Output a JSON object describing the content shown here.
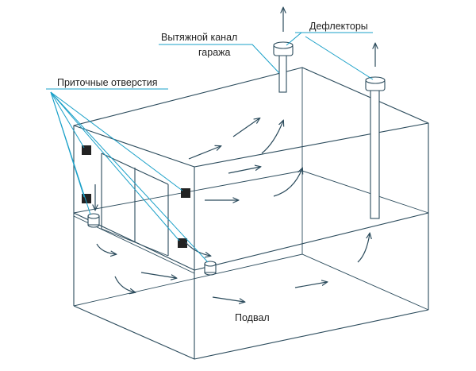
{
  "labels": {
    "exhaust_line1": "Вытяжной канал",
    "exhaust_line2": "гаража",
    "deflectors": "Дефлекторы",
    "inlets": "Приточные отверстия",
    "basement": "Подвал"
  },
  "colors": {
    "line": "#2b4b5c",
    "leader": "#1aa0c8",
    "vent": "#222222",
    "background": "#ffffff"
  }
}
